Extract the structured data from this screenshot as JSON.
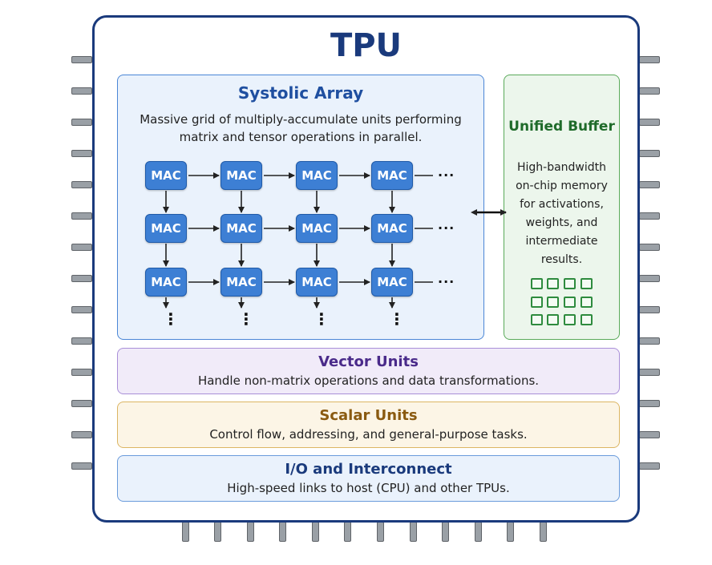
{
  "chip": {
    "title": "TPU"
  },
  "systolic": {
    "title": "Systolic Array",
    "description_line1": "Massive grid of multiply-accumulate units performing",
    "description_line2": "matrix and tensor operations in parallel.",
    "unit_label": "MAC",
    "row_continuation": "···",
    "column_continuation": "⋮"
  },
  "buffer": {
    "title": "Unified Buffer",
    "description_lines": [
      "High-bandwidth",
      "on-chip memory",
      "for activations,",
      "weights, and",
      "intermediate",
      "results."
    ]
  },
  "vector": {
    "title": "Vector Units",
    "description": "Handle non-matrix operations and data transformations."
  },
  "scalar": {
    "title": "Scalar Units",
    "description": "Control flow, addressing, and general-purpose tasks."
  },
  "io": {
    "title": "I/O and Interconnect",
    "description": "High-speed links to host (CPU) and other TPUs."
  },
  "colors": {
    "chip_border": "#1a3a7c",
    "mac_fill": "#3d7fd4",
    "systolic_bg": "#eaf2fc",
    "buffer_bg": "#ecf6ec",
    "vector_bg": "#f1ebf9",
    "scalar_bg": "#fcf5e6",
    "io_bg": "#eaf2fc"
  }
}
